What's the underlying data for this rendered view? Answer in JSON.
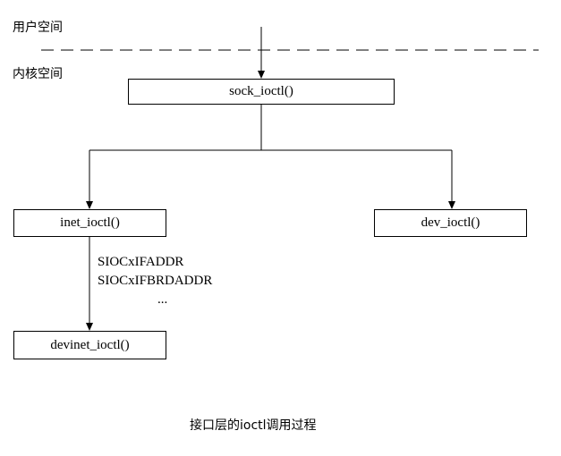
{
  "zones": {
    "user_space": "用户空间",
    "kernel_space": "内核空间"
  },
  "nodes": {
    "sock_ioctl": "sock_ioctl()",
    "inet_ioctl": "inet_ioctl()",
    "dev_ioctl": "dev_ioctl()",
    "devinet_ioctl": "devinet_ioctl()"
  },
  "edge_labels": {
    "line1": "SIOCxIFADDR",
    "line2": "SIOCxIFBRDADDR",
    "more": "..."
  },
  "caption": "接口层的ioctl调用过程"
}
